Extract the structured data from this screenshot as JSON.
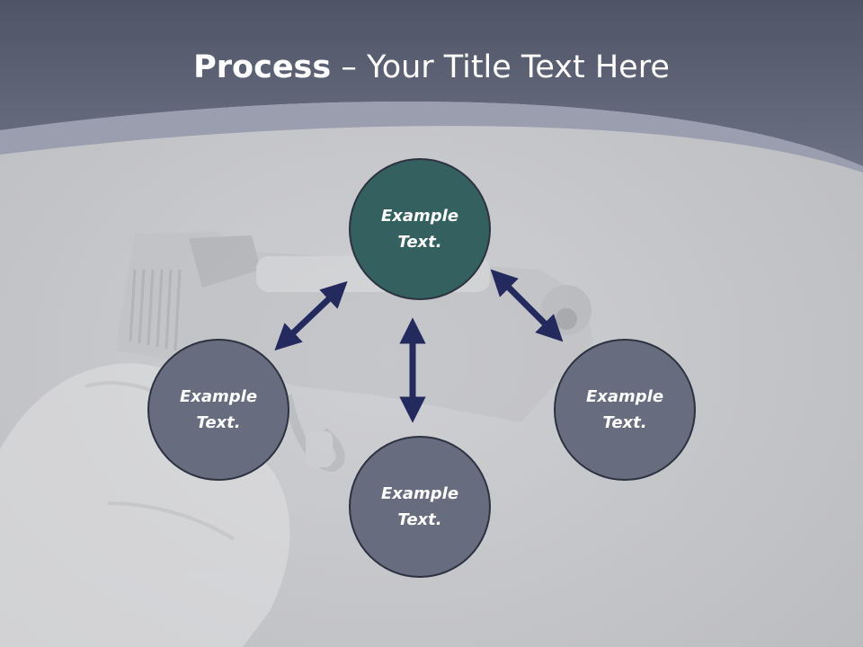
{
  "slide": {
    "title_bold": "Process",
    "title_rest": " – Your Title Text Here",
    "nodes": {
      "top": "Example Text.",
      "left": "Example Text.",
      "right": "Example Text.",
      "bottom": "Example Text."
    }
  },
  "colors": {
    "header": "#5a6074",
    "accent_band": "#9a9eae",
    "background": "#c4c5c8",
    "node_top": "#34605f",
    "node_other": "#676c7e",
    "arrows": "#252a5e"
  },
  "background_image": "hand-holding-pistol"
}
